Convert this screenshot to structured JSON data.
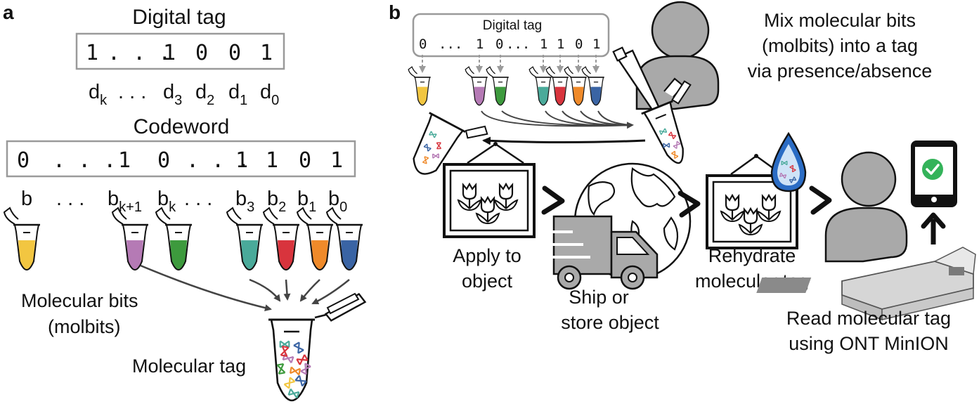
{
  "panel_a": {
    "label": "a",
    "digital_tag_title": "Digital tag",
    "digital_tag_bits": {
      "first": "1",
      "dots": ". . .",
      "b3": "1",
      "b2": "0",
      "b1": "0",
      "b0": "1"
    },
    "digital_tag_subs": {
      "k": "k",
      "dots": ". . .",
      "s3": "3",
      "s2": "2",
      "s1": "1",
      "s0": "0",
      "letter": "d"
    },
    "codeword_title": "Codeword",
    "codeword_bits": {
      "first": "0",
      "dots1": ". . .",
      "bk1": "1",
      "bk": "0",
      "dots2": ". . .",
      "b3": "1",
      "b2": "1",
      "b1": "0",
      "b0": "1"
    },
    "codeword_subs": {
      "letter": "b",
      "dots1": ". . .",
      "k1": "k+1",
      "k": "k",
      "dots2": ". . .",
      "s3": "3",
      "s2": "2",
      "s1": "1",
      "s0": "0"
    },
    "molbits_label_1": "Molecular bits",
    "molbits_label_2": "(molbits)",
    "molecular_tag_label": "Molecular tag"
  },
  "panel_b": {
    "label": "b",
    "digital_tag_title": "Digital tag",
    "digital_tag_bits": {
      "c0": "0",
      "dots1": "...",
      "c1": "1",
      "c2": "0",
      "dots2": "...",
      "c3": "1",
      "c4": "1",
      "c5": "0",
      "c6": "1"
    },
    "mix_text": [
      "Mix molecular bits",
      "(molbits) into a tag",
      "via presence/absence"
    ],
    "apply_text": [
      "Apply to",
      "object"
    ],
    "ship_text": [
      "Ship or",
      "store object"
    ],
    "rehydrate_text": [
      "Rehydrate",
      "molecular tag"
    ],
    "read_text": [
      "Read molecular tag",
      "using ONT MinION"
    ]
  },
  "colors": {
    "yellow": "#f2c641",
    "purple": "#b57ab5",
    "green": "#3d9a3d",
    "teal": "#4aaa9a",
    "red": "#d8343d",
    "orange": "#ef8a2a",
    "blue": "#3a64a4",
    "person_gray": "#a9a9a9",
    "box_border": "#9a9a9a",
    "droplet_blue": "#2b6cc4",
    "check_green": "#34b35a"
  },
  "icons": [
    "tube-icon",
    "person-icon",
    "pipette-icon",
    "frame-icon",
    "tulip-icon",
    "globe-icon",
    "truck-icon",
    "droplet-icon",
    "phone-icon",
    "check-icon",
    "minion-device-icon",
    "arrow-icon"
  ]
}
